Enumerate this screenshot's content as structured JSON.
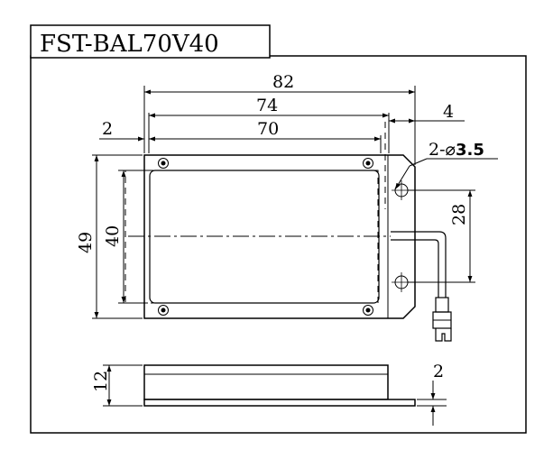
{
  "title": "FST-BAL70V40",
  "dimensions": {
    "overall_width": "82",
    "emitting_width": "74",
    "window_width": "70",
    "offset_left": "2",
    "offset_right": "4",
    "hole_prefix": "2-⌀",
    "hole_size": "3.5",
    "hole_pitch": "28",
    "overall_height": "49",
    "window_height": "40",
    "thickness": "12",
    "base_thickness": "2"
  }
}
